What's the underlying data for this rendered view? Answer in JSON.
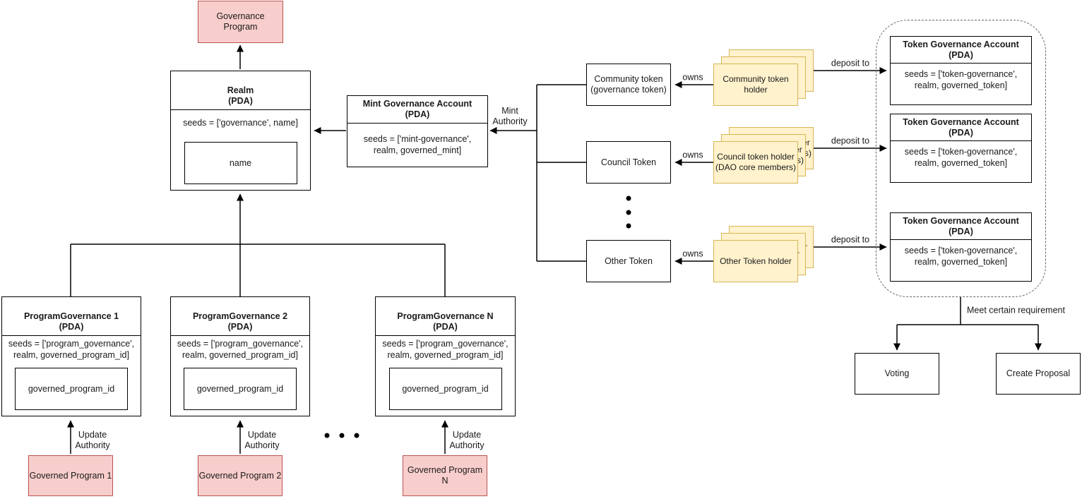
{
  "governance_program": {
    "label": "Governance Program"
  },
  "realm": {
    "title": "Realm\n(PDA)",
    "seeds": "seeds = ['governance', name]",
    "field": "name"
  },
  "mint_governance": {
    "title": "Mint Governance Account\n(PDA)",
    "seeds": "seeds = ['mint-governance',\nrealm, governed_mint]"
  },
  "token_rows": [
    {
      "token": "Community token\n(governance token)",
      "holder": "Community token\nholder"
    },
    {
      "token": "Council Token",
      "holder": "Council token holder\n(DAO core members)"
    },
    {
      "token": "Other Token",
      "holder": "Other Token holder"
    }
  ],
  "token_governance": {
    "title": "Token Governance Account\n(PDA)",
    "seeds": "seeds = ['token-governance',\nrealm, governed_token]"
  },
  "program_governance": {
    "seeds": "seeds = ['program_governance',\nrealm, governed_program_id]",
    "field": "governed_program_id",
    "items": [
      {
        "title": "ProgramGovernance 1\n(PDA)",
        "governed": "Governed Program 1"
      },
      {
        "title": "ProgramGovernance 2\n(PDA)",
        "governed": "Governed Program 2"
      },
      {
        "title": "ProgramGovernance N\n(PDA)",
        "governed": "Governed Program N"
      }
    ]
  },
  "actions": {
    "voting": "Voting",
    "create_proposal": "Create Proposal"
  },
  "edge_labels": {
    "mint_authority": "Mint\nAuthority",
    "owns": "owns",
    "deposit_to": "deposit to",
    "meet_requirement": "Meet certain requirement",
    "update_authority": "Update\nAuthority"
  },
  "colors": {
    "program_fill": "#f8cecc",
    "program_stroke": "#b85450",
    "holder_fill": "#fff2cc",
    "holder_stroke": "#d6b656",
    "node_stroke": "#000000",
    "group_stroke": "#666666"
  }
}
